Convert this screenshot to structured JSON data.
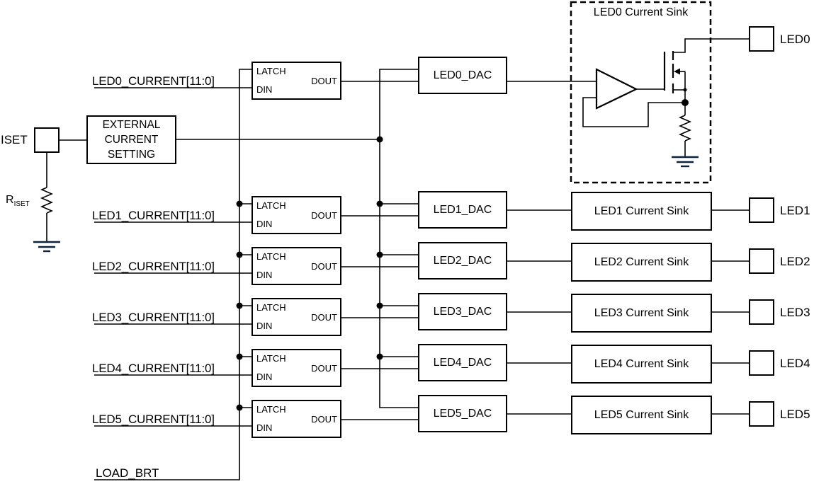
{
  "diagram": {
    "iset_pin_label": "ISET",
    "riset_label": {
      "base": "R",
      "sub": "ISET"
    },
    "external_block": {
      "line1": "EXTERNAL",
      "line2": "CURRENT",
      "line3": "SETTING"
    },
    "load_brt_label": "LOAD_BRT",
    "latch": {
      "latch_label": "LATCH",
      "din_label": "DIN",
      "dout_label": "DOUT"
    },
    "rows": [
      {
        "signal": "LED0_CURRENT[11:0]",
        "dac": "LED0_DAC",
        "sink": "LED0 Current Sink",
        "pin": "LED0"
      },
      {
        "signal": "LED1_CURRENT[11:0]",
        "dac": "LED1_DAC",
        "sink": "LED1 Current Sink",
        "pin": "LED1"
      },
      {
        "signal": "LED2_CURRENT[11:0]",
        "dac": "LED2_DAC",
        "sink": "LED2 Current Sink",
        "pin": "LED2"
      },
      {
        "signal": "LED3_CURRENT[11:0]",
        "dac": "LED3_DAC",
        "sink": "LED3 Current Sink",
        "pin": "LED3"
      },
      {
        "signal": "LED4_CURRENT[11:0]",
        "dac": "LED4_DAC",
        "sink": "LED4 Current Sink",
        "pin": "LED4"
      },
      {
        "signal": "LED5_CURRENT[11:0]",
        "dac": "LED5_DAC",
        "sink": "LED5 Current Sink",
        "pin": "LED5"
      }
    ],
    "colors": {
      "line": "#000000",
      "ground": "#0e2340"
    }
  }
}
